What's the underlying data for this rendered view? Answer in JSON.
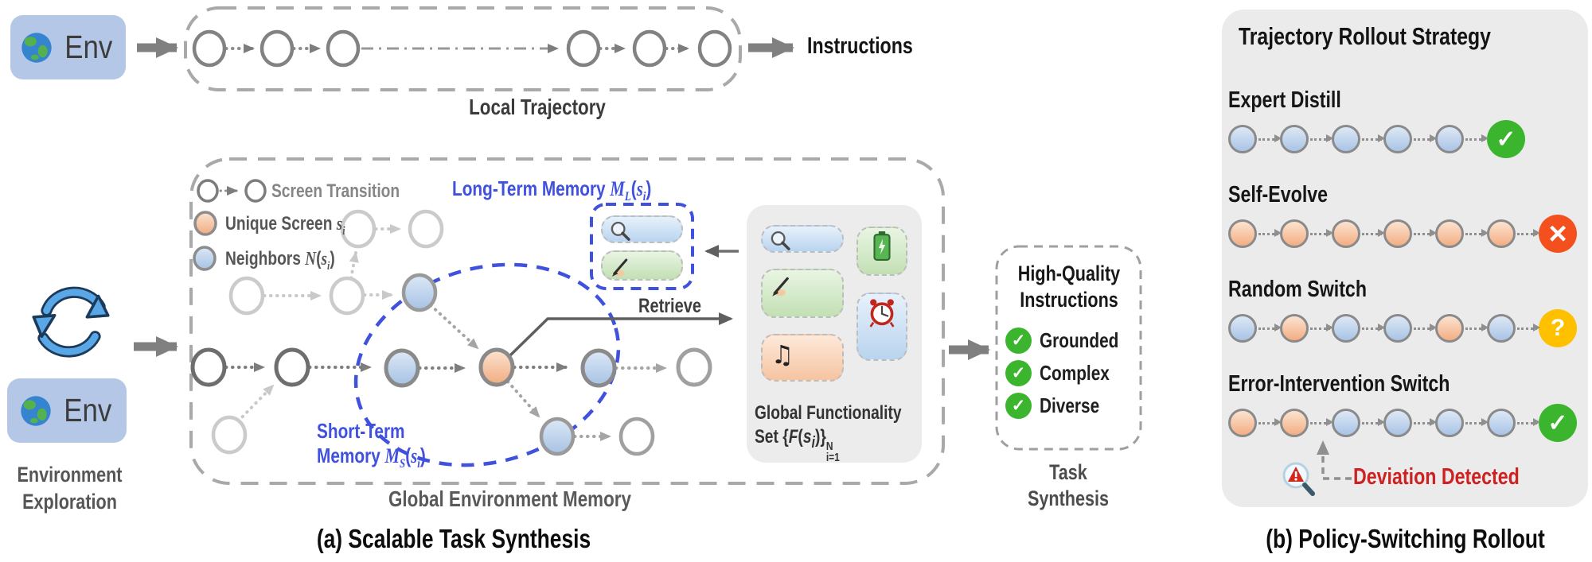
{
  "figure": {
    "part_a": {
      "caption": "(a) Scalable Task Synthesis",
      "env_label": "Env",
      "instructions_label": "Instructions",
      "local_trajectory_label": "Local Trajectory",
      "environment_exploration_html": "Environment<br>Exploration",
      "memory_box_label": "Global Environment Memory",
      "legend": {
        "screen_transition": "Screen Transition",
        "unique_screen_html": "Unique Screen <i>s<sub>i</sub></i>",
        "neighbors_html": "Neighbors <i>N</i>(<i>s<sub>i</sub></i>)"
      },
      "long_term_memory_html": "Long-Term Memory <i>M<sub>L</sub></i>(<i>s<sub>i</sub></i>)",
      "short_term_memory_html": "Short-Term<br>Memory <i>M<sub>S</sub></i>(<i>s<sub>i</sub></i>)",
      "retrieve_label": "Retrieve",
      "functionality_line1": "Global Functionality",
      "functionality_line2_html": "Set {<i>F</i>(<i>s<sub>i</sub></i>)}<span class=\"ss\"><span>N</span><span>i=1</span></span>",
      "high_quality": {
        "title_html": "High-Quality<br>Instructions",
        "items": [
          "Grounded",
          "Complex",
          "Diverse"
        ]
      },
      "task_synthesis_html": "Task<br>Synthesis"
    },
    "part_b": {
      "caption": "(b) Policy-Switching Rollout",
      "title": "Trajectory Rollout Strategy",
      "rows": [
        {
          "label": "Expert Distill",
          "sequence": [
            "blue",
            "blue",
            "blue",
            "blue",
            "blue"
          ],
          "end": "check"
        },
        {
          "label": "Self-Evolve",
          "sequence": [
            "orange",
            "orange",
            "orange",
            "orange",
            "orange",
            "orange"
          ],
          "end": "cross"
        },
        {
          "label": "Random Switch",
          "sequence": [
            "blue",
            "orange",
            "blue",
            "blue",
            "orange",
            "blue"
          ],
          "end": "question"
        },
        {
          "label": "Error-Intervention Switch",
          "sequence": [
            "orange",
            "orange",
            "blue",
            "blue",
            "blue",
            "blue"
          ],
          "end": "check"
        }
      ],
      "deviation_label": "Deviation Detected"
    },
    "icons": {
      "check": "✓",
      "cross": "×",
      "question": "?"
    },
    "colors": {
      "check": "#3cb52e",
      "cross": "#f3501e",
      "question": "#ffc000",
      "accent_blue": "#3f51dd",
      "node_blue": "#a9c4e5",
      "node_orange": "#f2ae83",
      "env_fill": "#b4c7e7",
      "panel_gray": "#ebebeb",
      "deviation_red": "#cc2222"
    }
  }
}
